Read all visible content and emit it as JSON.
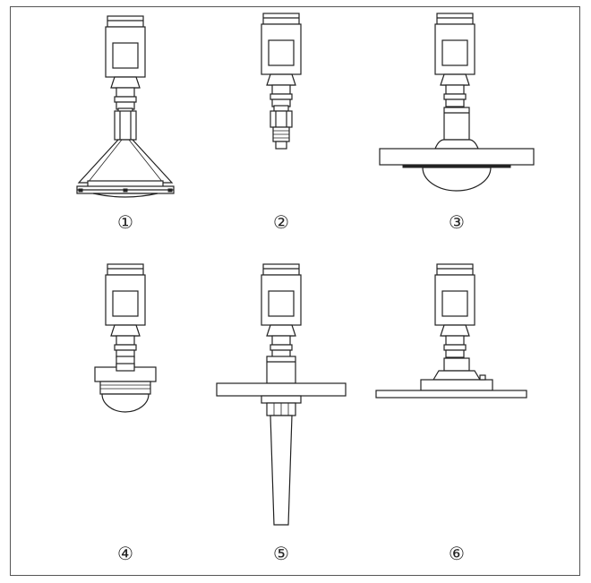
{
  "figure": {
    "variants": [
      {
        "id": "v1",
        "number": "①",
        "icon": "horn-antenna-instrument-icon"
      },
      {
        "id": "v2",
        "number": "②",
        "icon": "threaded-rod-instrument-icon"
      },
      {
        "id": "v3",
        "number": "③",
        "icon": "flange-dome-instrument-icon"
      },
      {
        "id": "v4",
        "number": "④",
        "icon": "threaded-dome-instrument-icon"
      },
      {
        "id": "v5",
        "number": "⑤",
        "icon": "flange-horn-instrument-icon"
      },
      {
        "id": "v6",
        "number": "⑥",
        "icon": "flat-flange-instrument-icon"
      }
    ]
  },
  "colors": {
    "line": "#222222",
    "frame": "#555555",
    "background": "#ffffff"
  }
}
